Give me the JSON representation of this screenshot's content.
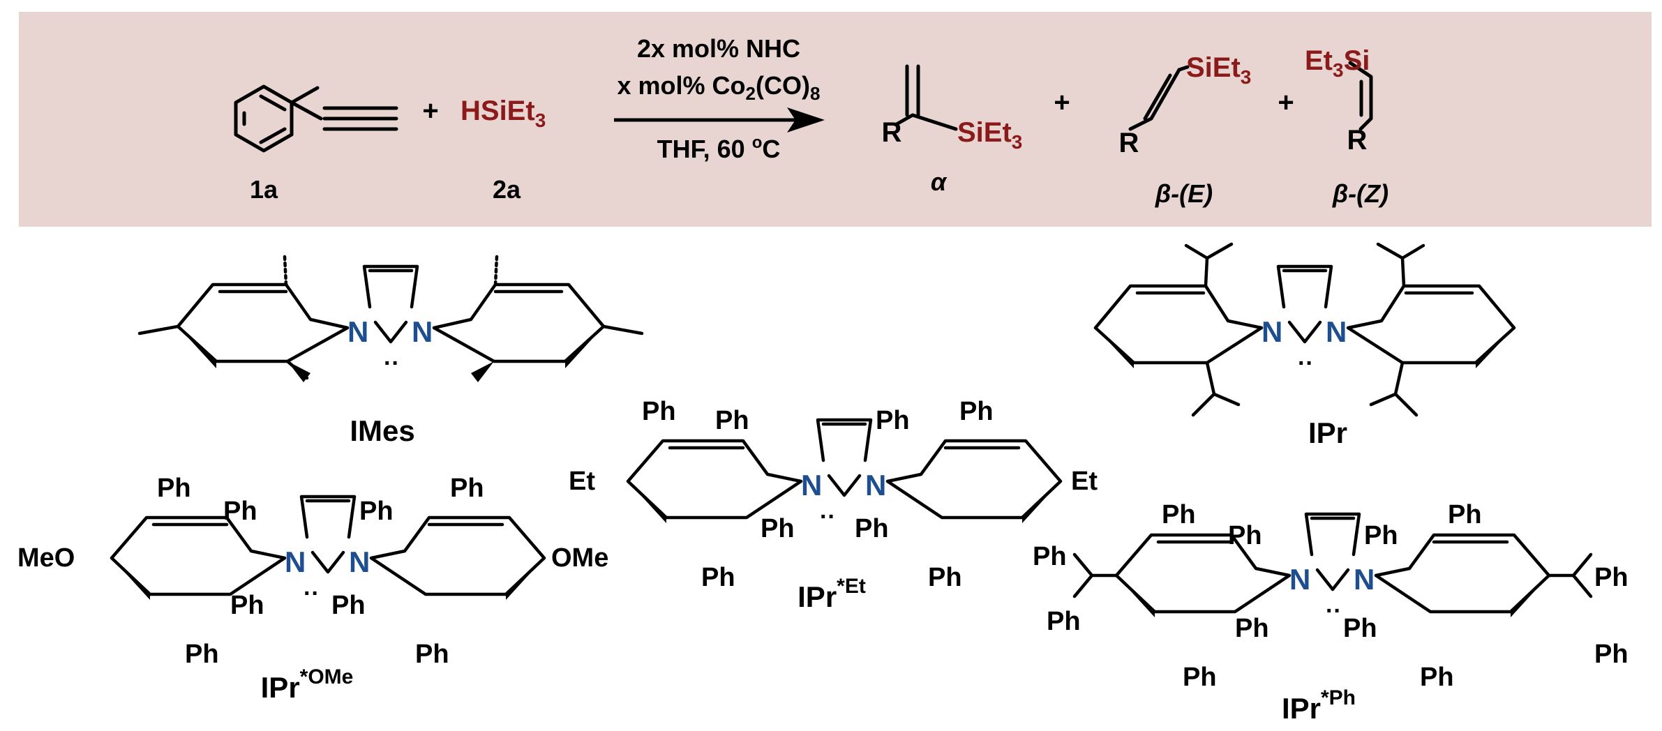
{
  "scheme": {
    "panel_color": "#e8d4d0",
    "accent_red": "#8b1a1a",
    "nitrogen_blue": "#1d4e8f",
    "reactant1_label": "1a",
    "plus1": "+",
    "reactant2_formula": "HSiEt3",
    "reactant2_label": "2a",
    "conditions": {
      "line1": "2x mol% NHC",
      "line2": "x mol% Co2(CO)8",
      "line3": "THF, 60 °C"
    },
    "products": [
      {
        "label": "α",
        "r": "R",
        "si": "SiEt3"
      },
      {
        "label": "β-(E)",
        "r": "R",
        "si": "SiEt3"
      },
      {
        "label": "β-(Z)",
        "r": "R",
        "si": "Et3Si"
      }
    ],
    "plus2": "+",
    "plus3": "+"
  },
  "ligands": {
    "IMes": {
      "name": "IMes"
    },
    "IPr": {
      "name": "IPr"
    },
    "IPrEt": {
      "name": "IPr",
      "sup": "*Et",
      "sub_left": "Et",
      "sub_right": "Et"
    },
    "IPrOMe": {
      "name": "IPr",
      "sup": "*OMe",
      "sub_left": "MeO",
      "sub_right": "OMe"
    },
    "IPrPh": {
      "name": "IPr",
      "sup": "*Ph",
      "sub_left": "Ph",
      "sub_right": "Ph"
    },
    "ph": "Ph",
    "n": "N",
    "lone_pair": "··"
  }
}
